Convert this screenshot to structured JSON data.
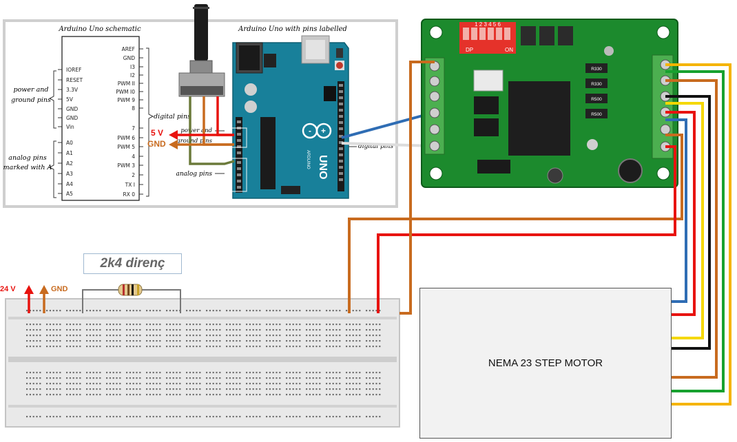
{
  "schematic": {
    "title": "Arduino Uno schematic",
    "left_pins": [
      "IOREF",
      "RESET",
      "3.3V",
      "5V",
      "GND",
      "GND",
      "Vin",
      "A0",
      "A1",
      "A2",
      "A3",
      "A4",
      "A5"
    ],
    "right_pins": [
      {
        "name": "AREF",
        "num": ""
      },
      {
        "name": "GND",
        "num": ""
      },
      {
        "name": "I3",
        "num": ""
      },
      {
        "name": "I2",
        "num": ""
      },
      {
        "name": "PWM II",
        "num": ""
      },
      {
        "name": "PWM I0",
        "num": ""
      },
      {
        "name": "PWM 9",
        "num": ""
      },
      {
        "name": "8",
        "num": ""
      },
      {
        "name": "7",
        "num": ""
      },
      {
        "name": "PWM 6",
        "num": ""
      },
      {
        "name": "PWM 5",
        "num": ""
      },
      {
        "name": "4",
        "num": ""
      },
      {
        "name": "PWM 3",
        "num": ""
      },
      {
        "name": "2",
        "num": ""
      },
      {
        "name": "TX I",
        "num": ""
      },
      {
        "name": "RX 0",
        "num": ""
      }
    ],
    "power_group_label_1": "power and",
    "power_group_label_2": "ground pins",
    "analog_group_label_1": "analog pins",
    "analog_group_label_2": "marked with A",
    "digital_label": "digital pins"
  },
  "arduino_photo": {
    "title": "Arduino Uno with pins labelled",
    "power_label": "power and",
    "ground_label": "ground pins",
    "analog_label": "analog pins",
    "digital_label": "digital pins",
    "board_text": "UNO",
    "board_sub": "ARDUINO"
  },
  "arrows": {
    "v5": "5 V",
    "gnd_top": "GND",
    "v24": "24 V",
    "gnd_bottom": "GND"
  },
  "driver_board": {
    "switch_label_dp": "DP",
    "switch_label_on": "ON",
    "switch_numbers": "1 2 3 4 5 6",
    "resistor_codes": [
      "R330",
      "R330",
      "R500",
      "R500"
    ]
  },
  "resistor_label": "2k4 direnç",
  "motor_label": "NEMA 23 STEP MOTOR",
  "colors": {
    "red": "#e8130f",
    "orange": "#c86b1f",
    "blue": "#2f6db4",
    "yellow": "#f5d800",
    "black": "#111111",
    "green": "#17a12f",
    "white_wire": "#e6e6e6",
    "arduino": "#18809a",
    "driver_pcb": "#1c8a2d"
  }
}
